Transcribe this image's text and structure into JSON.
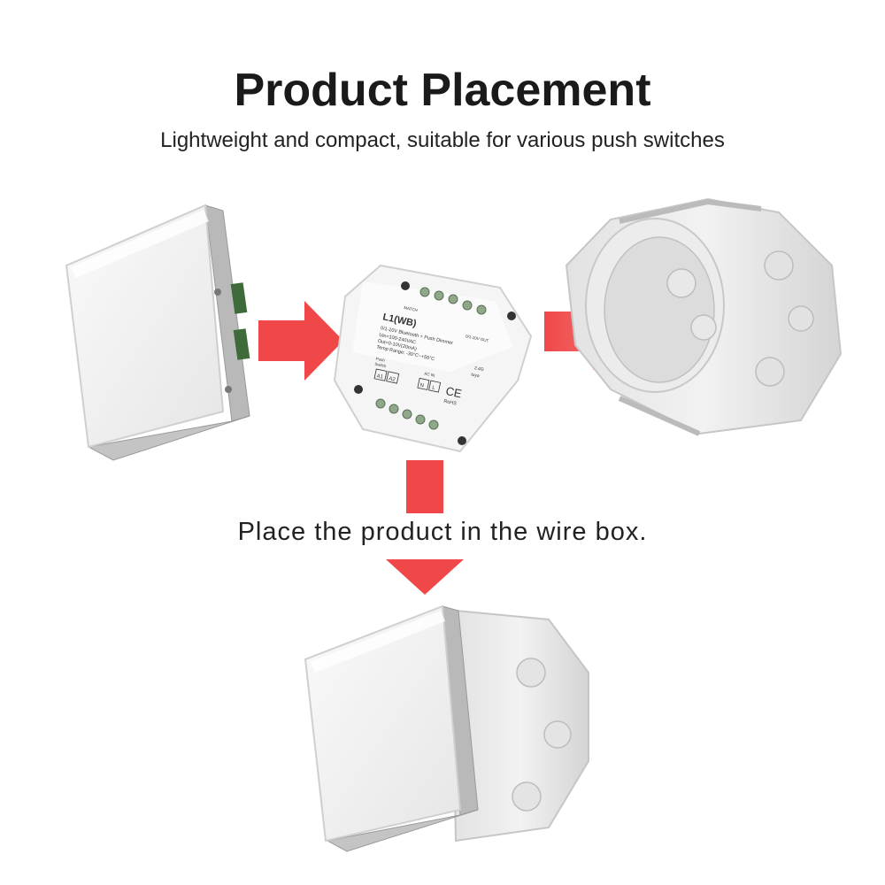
{
  "header": {
    "title": "Product Placement",
    "subtitle": "Lightweight and compact, suitable for various push switches"
  },
  "caption": "Place the product in the wire box.",
  "colors": {
    "arrow": "#f04848",
    "background": "#ffffff",
    "text": "#1a1a1a"
  },
  "device": {
    "model": "L1(WB)",
    "line1": "0/1-10V  Bluetooth + Push Dimmer",
    "line2": "Uin=100-240VAC",
    "line3": "Out=0-10V(20mA)",
    "line4": "Temp Range: -30°C~+55°C",
    "match": "MATCH",
    "push_label": "Push",
    "switch_label": "Switch",
    "terminal_a1": "A1",
    "terminal_a2": "A2",
    "ac_in": "AC IN",
    "terminal_n": "N",
    "terminal_l": "L",
    "out_label": "0/1-10V OUT",
    "ce": "CE",
    "rohs": "RoHS",
    "tuya": "tuya",
    "band": "2.4G"
  }
}
